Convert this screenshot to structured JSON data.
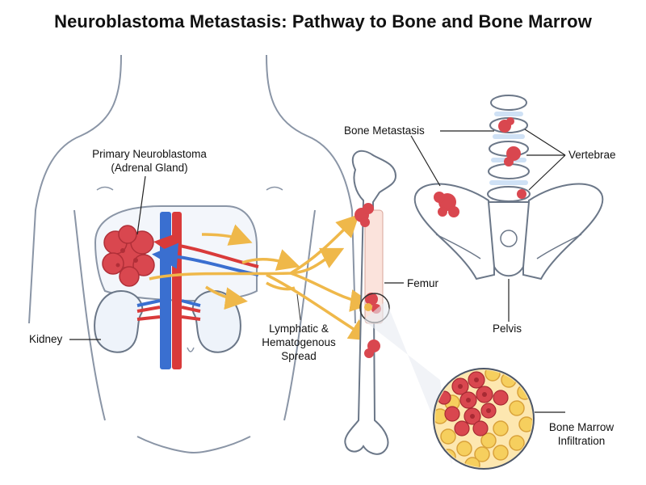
{
  "title": "Neuroblastoma Metastasis: Pathway to Bone and Bone Marrow",
  "labels": {
    "primary_line1": "Primary Neuroblastoma",
    "primary_line2": "(Adrenal Gland)",
    "kidney": "Kidney",
    "spread_line1": "Lymphatic &",
    "spread_line2": "Hematogenous",
    "spread_line3": "Spread",
    "bone_metastasis": "Bone Metastasis",
    "vertebrae": "Vertebrae",
    "femur": "Femur",
    "pelvis": "Pelvis",
    "marrow_line1": "Bone Marrow",
    "marrow_line2": "Infiltration"
  },
  "colors": {
    "tumor": "#d9474f",
    "artery": "#d93a3a",
    "vein": "#3a6fd0",
    "spread_path": "#efb84a",
    "outline": "#6b7788",
    "marrow_cell": "#f6cf5e"
  }
}
